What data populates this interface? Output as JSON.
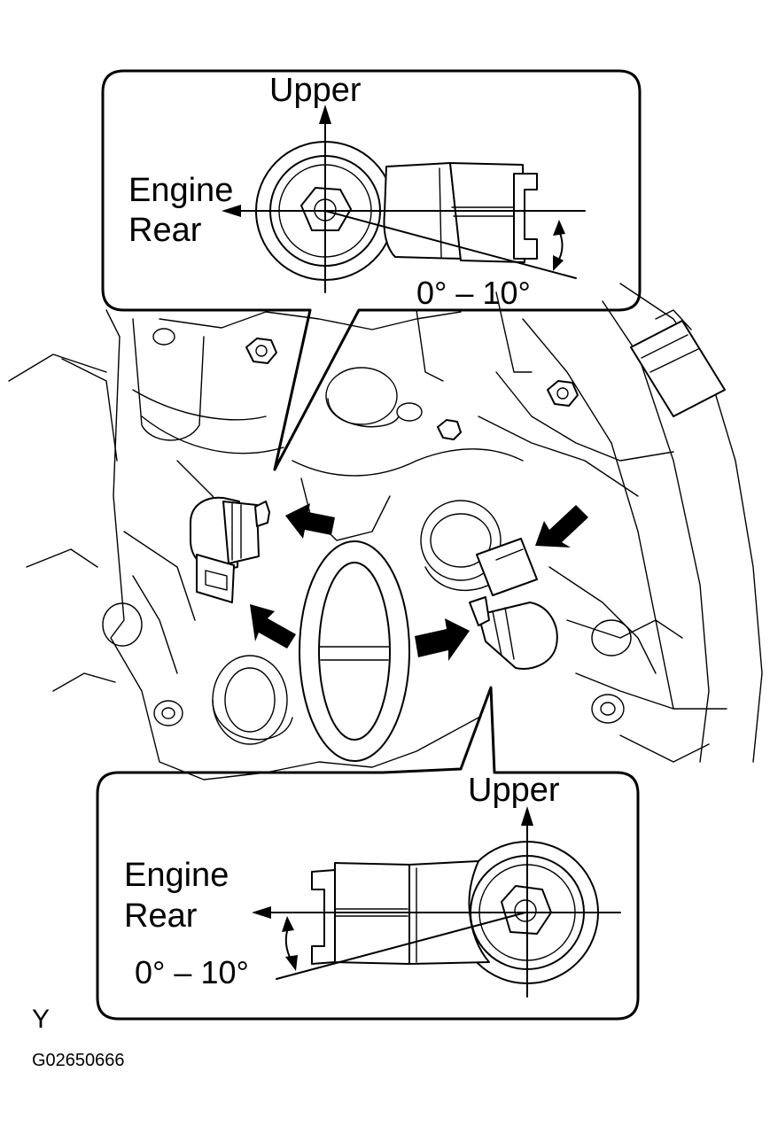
{
  "callout_top": {
    "upper_label": "Upper",
    "engine_label": "Engine",
    "rear_label": "Rear",
    "angle_label": "0° – 10°"
  },
  "callout_bottom": {
    "upper_label": "Upper",
    "engine_label": "Engine",
    "rear_label": "Rear",
    "angle_label": "0° – 10°"
  },
  "view_letter": "Y",
  "figure_code": "G02650666",
  "colors": {
    "ink": "#000000",
    "paper": "#ffffff"
  },
  "icons": [
    "arrow-icon",
    "knock-sensor-icon",
    "bolt-icon"
  ]
}
